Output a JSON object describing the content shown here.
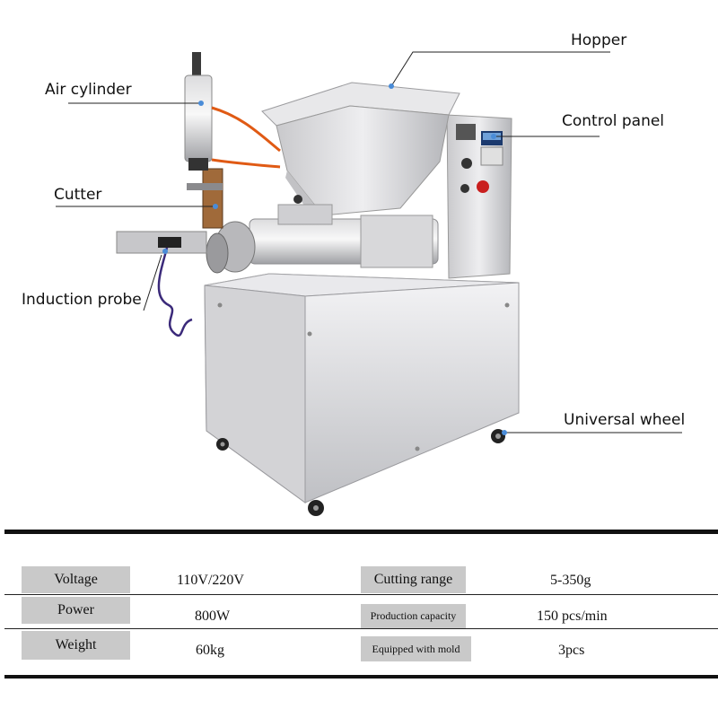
{
  "callouts": {
    "hopper": "Hopper",
    "air_cylinder": "Air cylinder",
    "control_panel": "Control panel",
    "cutter": "Cutter",
    "induction_probe": "Induction probe",
    "universal_wheel": "Universal wheel"
  },
  "specs": {
    "left": [
      {
        "label": "Voltage",
        "value": "110V/220V"
      },
      {
        "label": "Power",
        "value": "800W"
      },
      {
        "label": "Weight",
        "value": "60kg"
      }
    ],
    "right": [
      {
        "label": "Cutting range",
        "value": "5-350g"
      },
      {
        "label": "Production capacity",
        "value": "150 pcs/min"
      },
      {
        "label": "Equipped with mold",
        "value": "3pcs"
      }
    ]
  }
}
